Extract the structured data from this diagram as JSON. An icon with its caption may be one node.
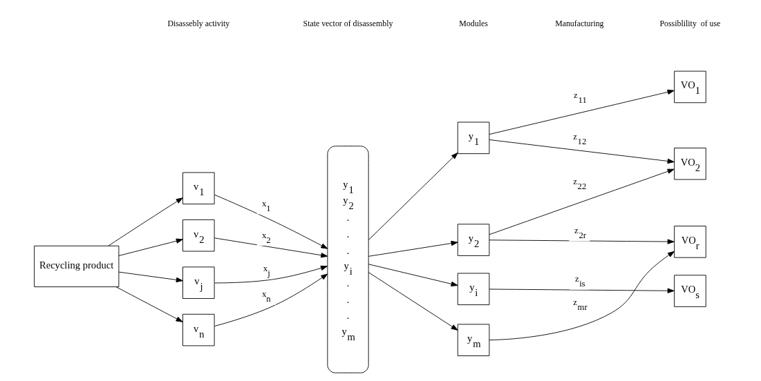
{
  "diagram": {
    "nodes": [
      {
        "text": [
          "Recycling product"
        ]
      },
      {
        "text": [
          "v$_{1}$"
        ]
      },
      {
        "text": [
          "v$_{2}$"
        ]
      },
      {
        "text": [
          "v$_{j}$"
        ]
      },
      {
        "text": [
          "v$_{n}$"
        ]
      },
      {
        "text": [
          "y$_{1}$",
          "y$_{2}$",
          ".",
          ".",
          ".",
          "y$_{i}$",
          ".",
          ".",
          ".",
          "y$_{m}$"
        ]
      },
      {
        "text": [
          "y$_{1}$"
        ]
      },
      {
        "text": [
          "y$_{2}$"
        ]
      },
      {
        "text": [
          "y$_{i}$"
        ]
      },
      {
        "text": [
          "y$_{m}$"
        ]
      },
      {
        "text": [
          "VO$_{1}$"
        ]
      },
      {
        "text": [
          "VO$_{2}$"
        ]
      },
      {
        "text": [
          "VO$_{s}$"
        ]
      },
      {
        "text": [
          "VO$_{r}$"
        ]
      }
    ],
    "edges": [
      {
        "from": 0,
        "to": 1,
        "arrow": "to"
      },
      {
        "from": 0,
        "to": 2,
        "arrow": "to"
      },
      {
        "from": 0,
        "to": 3,
        "arrow": "to"
      },
      {
        "from": 0,
        "to": 4,
        "arrow": "to"
      },
      {
        "from": 1,
        "to": 5,
        "arrow": "to",
        "label": "x$_{1}$"
      },
      {
        "from": 2,
        "to": 5,
        "arrow": "to",
        "label": "x$_{2}$"
      },
      {
        "from": 3,
        "to": 5,
        "arrow": "to",
        "label": "x$_{j}$"
      },
      {
        "from": 4,
        "to": 5,
        "arrow": "to",
        "label": "x$_{n}$"
      },
      {
        "from": 5,
        "to": 6,
        "arrow": "to"
      },
      {
        "from": 5,
        "to": 7,
        "arrow": "to"
      },
      {
        "from": 5,
        "to": 8,
        "arrow": "to"
      },
      {
        "from": 5,
        "to": 9,
        "arrow": "to"
      },
      {
        "from": 6,
        "to": 10,
        "arrow": "to",
        "label": "z$_{11}$"
      },
      {
        "from": 6,
        "to": 11,
        "arrow": "to",
        "label": "z$_{12}$"
      },
      {
        "from": 7,
        "to": 11,
        "arrow": "to",
        "label": "z$_{22}$"
      },
      {
        "from": 7,
        "to": 13,
        "arrow": "to",
        "label": "z$_{2r}$"
      },
      {
        "from": 8,
        "to": 12,
        "arrow": "to",
        "label": "z$_{is}$"
      },
      {
        "from": 9,
        "to": 13,
        "arrow": "to",
        "label": "z$_{mr}$"
      }
    ],
    "labels": [
      "Disassebly activity",
      "State vector of disassembly",
      "Modules",
      "Manufacturing",
      "Possiblility  of use"
    ]
  }
}
